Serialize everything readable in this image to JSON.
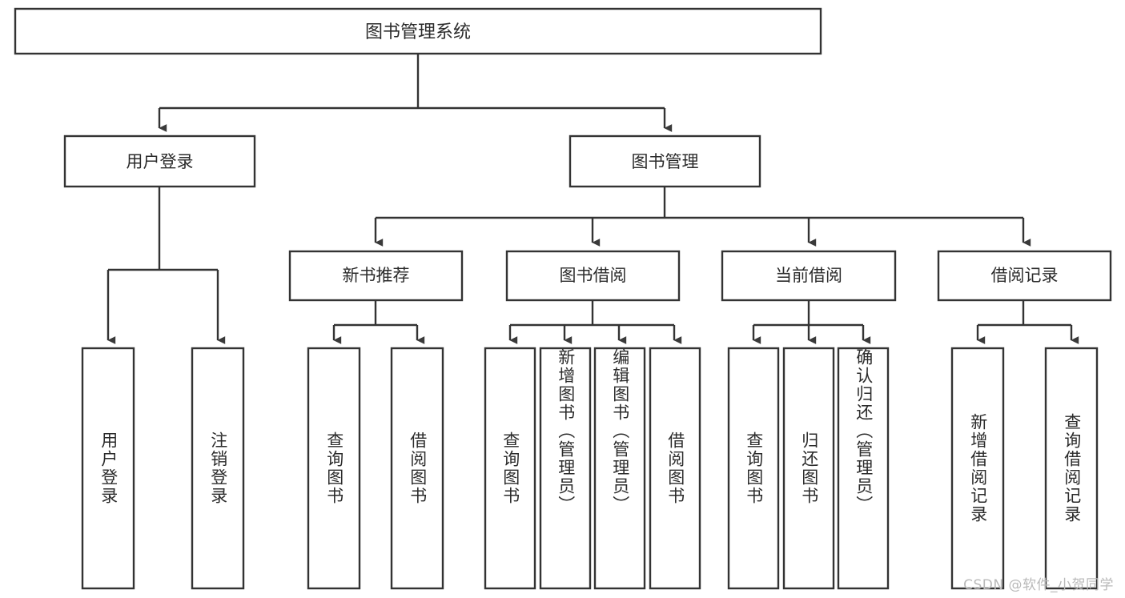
{
  "diagram": {
    "type": "tree-hierarchy",
    "title_label": "图书管理系统",
    "watermark": "CSDN @软件_小贺同学",
    "colors": {
      "background": "#ffffff",
      "box_fill": "#ffffff",
      "box_stroke": "#333333",
      "text": "#2b2b2b",
      "arrow": "#3a3a3a",
      "watermark": "#b9b9b9"
    },
    "root": {
      "label": "图书管理系统"
    },
    "level2": [
      {
        "label": "用户登录"
      },
      {
        "label": "图书管理"
      }
    ],
    "level3": [
      {
        "label": "新书推荐"
      },
      {
        "label": "图书借阅"
      },
      {
        "label": "当前借阅"
      },
      {
        "label": "借阅记录"
      }
    ],
    "leaves": {
      "user_login": [
        {
          "label": "用户登录"
        },
        {
          "label": "注销登录"
        }
      ],
      "new_book": [
        {
          "label": "查询图书"
        },
        {
          "label": "借阅图书"
        }
      ],
      "book_borrow": [
        {
          "label": "查询图书"
        },
        {
          "label": "新增图书（管理员）"
        },
        {
          "label": "编辑图书（管理员）"
        },
        {
          "label": "借阅图书"
        }
      ],
      "current_borrow": [
        {
          "label": "查询图书"
        },
        {
          "label": "归还图书"
        },
        {
          "label": "确认归还（管理员）"
        }
      ],
      "borrow_record": [
        {
          "label": "新增借阅记录"
        },
        {
          "label": "查询借阅记录"
        }
      ]
    }
  }
}
